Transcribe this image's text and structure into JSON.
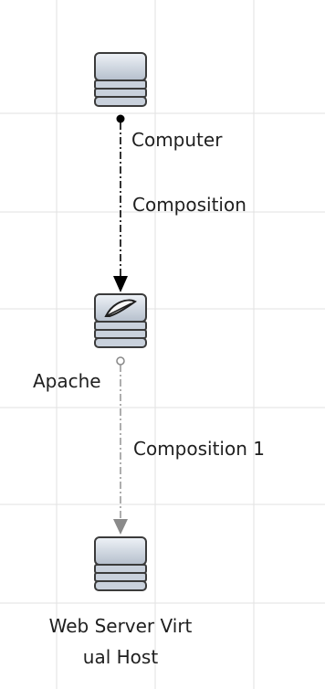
{
  "diagram": {
    "nodes": {
      "computer": {
        "label": ""
      },
      "apache": {
        "label": "Apache"
      },
      "web_server_virtual_host": {
        "label_line1": "Web Server Virt",
        "label_line2": "ual Host"
      }
    },
    "edges": {
      "computer_to_apache": {
        "source_role": "Computer",
        "relation": "Composition"
      },
      "apache_to_host": {
        "relation": "Composition  1"
      }
    }
  },
  "colors": {
    "grid": "#e2e2e2",
    "edge_primary": "#000000",
    "edge_secondary": "#999999",
    "node_body": "#c9d1dc",
    "node_outline": "#3b3b3b"
  },
  "icons": {
    "computer": "server-stack-icon",
    "apache": "feather-server-icon",
    "web_server_virtual_host": "server-stack-icon"
  }
}
